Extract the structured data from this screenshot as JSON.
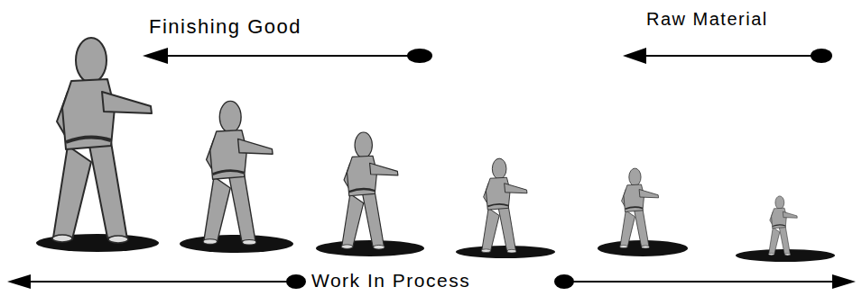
{
  "diagram": {
    "labels": [
      "Finishing Good",
      "Raw Material",
      "Work In Process"
    ]
  }
}
